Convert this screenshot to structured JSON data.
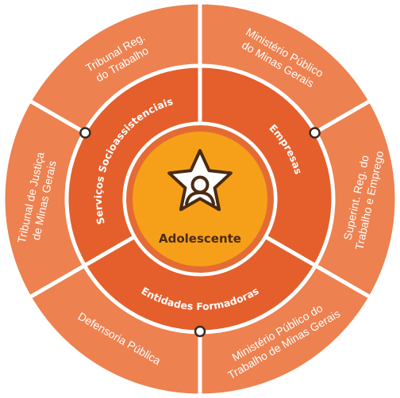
{
  "center": {
    "label": "Adolescente",
    "icon": "star-person-icon"
  },
  "middle_ring": [
    {
      "id": "servicos",
      "label": "Serviços Socioassistenciais"
    },
    {
      "id": "empresas",
      "label": "Empresas"
    },
    {
      "id": "entidades",
      "label": "Entidades Formadoras"
    }
  ],
  "outer_ring": [
    {
      "id": "trt",
      "lines": [
        "Tribunal Reg.",
        "do Trabalho"
      ]
    },
    {
      "id": "mpmg",
      "lines": [
        "Ministério Público",
        "do Minas Gerais"
      ]
    },
    {
      "id": "superint",
      "lines": [
        "Superint. Reg. do",
        "Trabalho e Emprego"
      ]
    },
    {
      "id": "mpt",
      "lines": [
        "Ministério Público do",
        "Trabalho de Minas Gerais"
      ]
    },
    {
      "id": "defensoria",
      "lines": [
        "Defensoria Pública"
      ]
    },
    {
      "id": "tjmg",
      "lines": [
        "Tribunal de Justiça",
        "de Minas Gerais"
      ]
    }
  ],
  "colors": {
    "outer": "#ed8150",
    "middle": "#e45f2c",
    "inner_ring": "#e56b34",
    "center": "#f6a019",
    "center_text": "#4a2a12",
    "divider": "#ffffff"
  }
}
